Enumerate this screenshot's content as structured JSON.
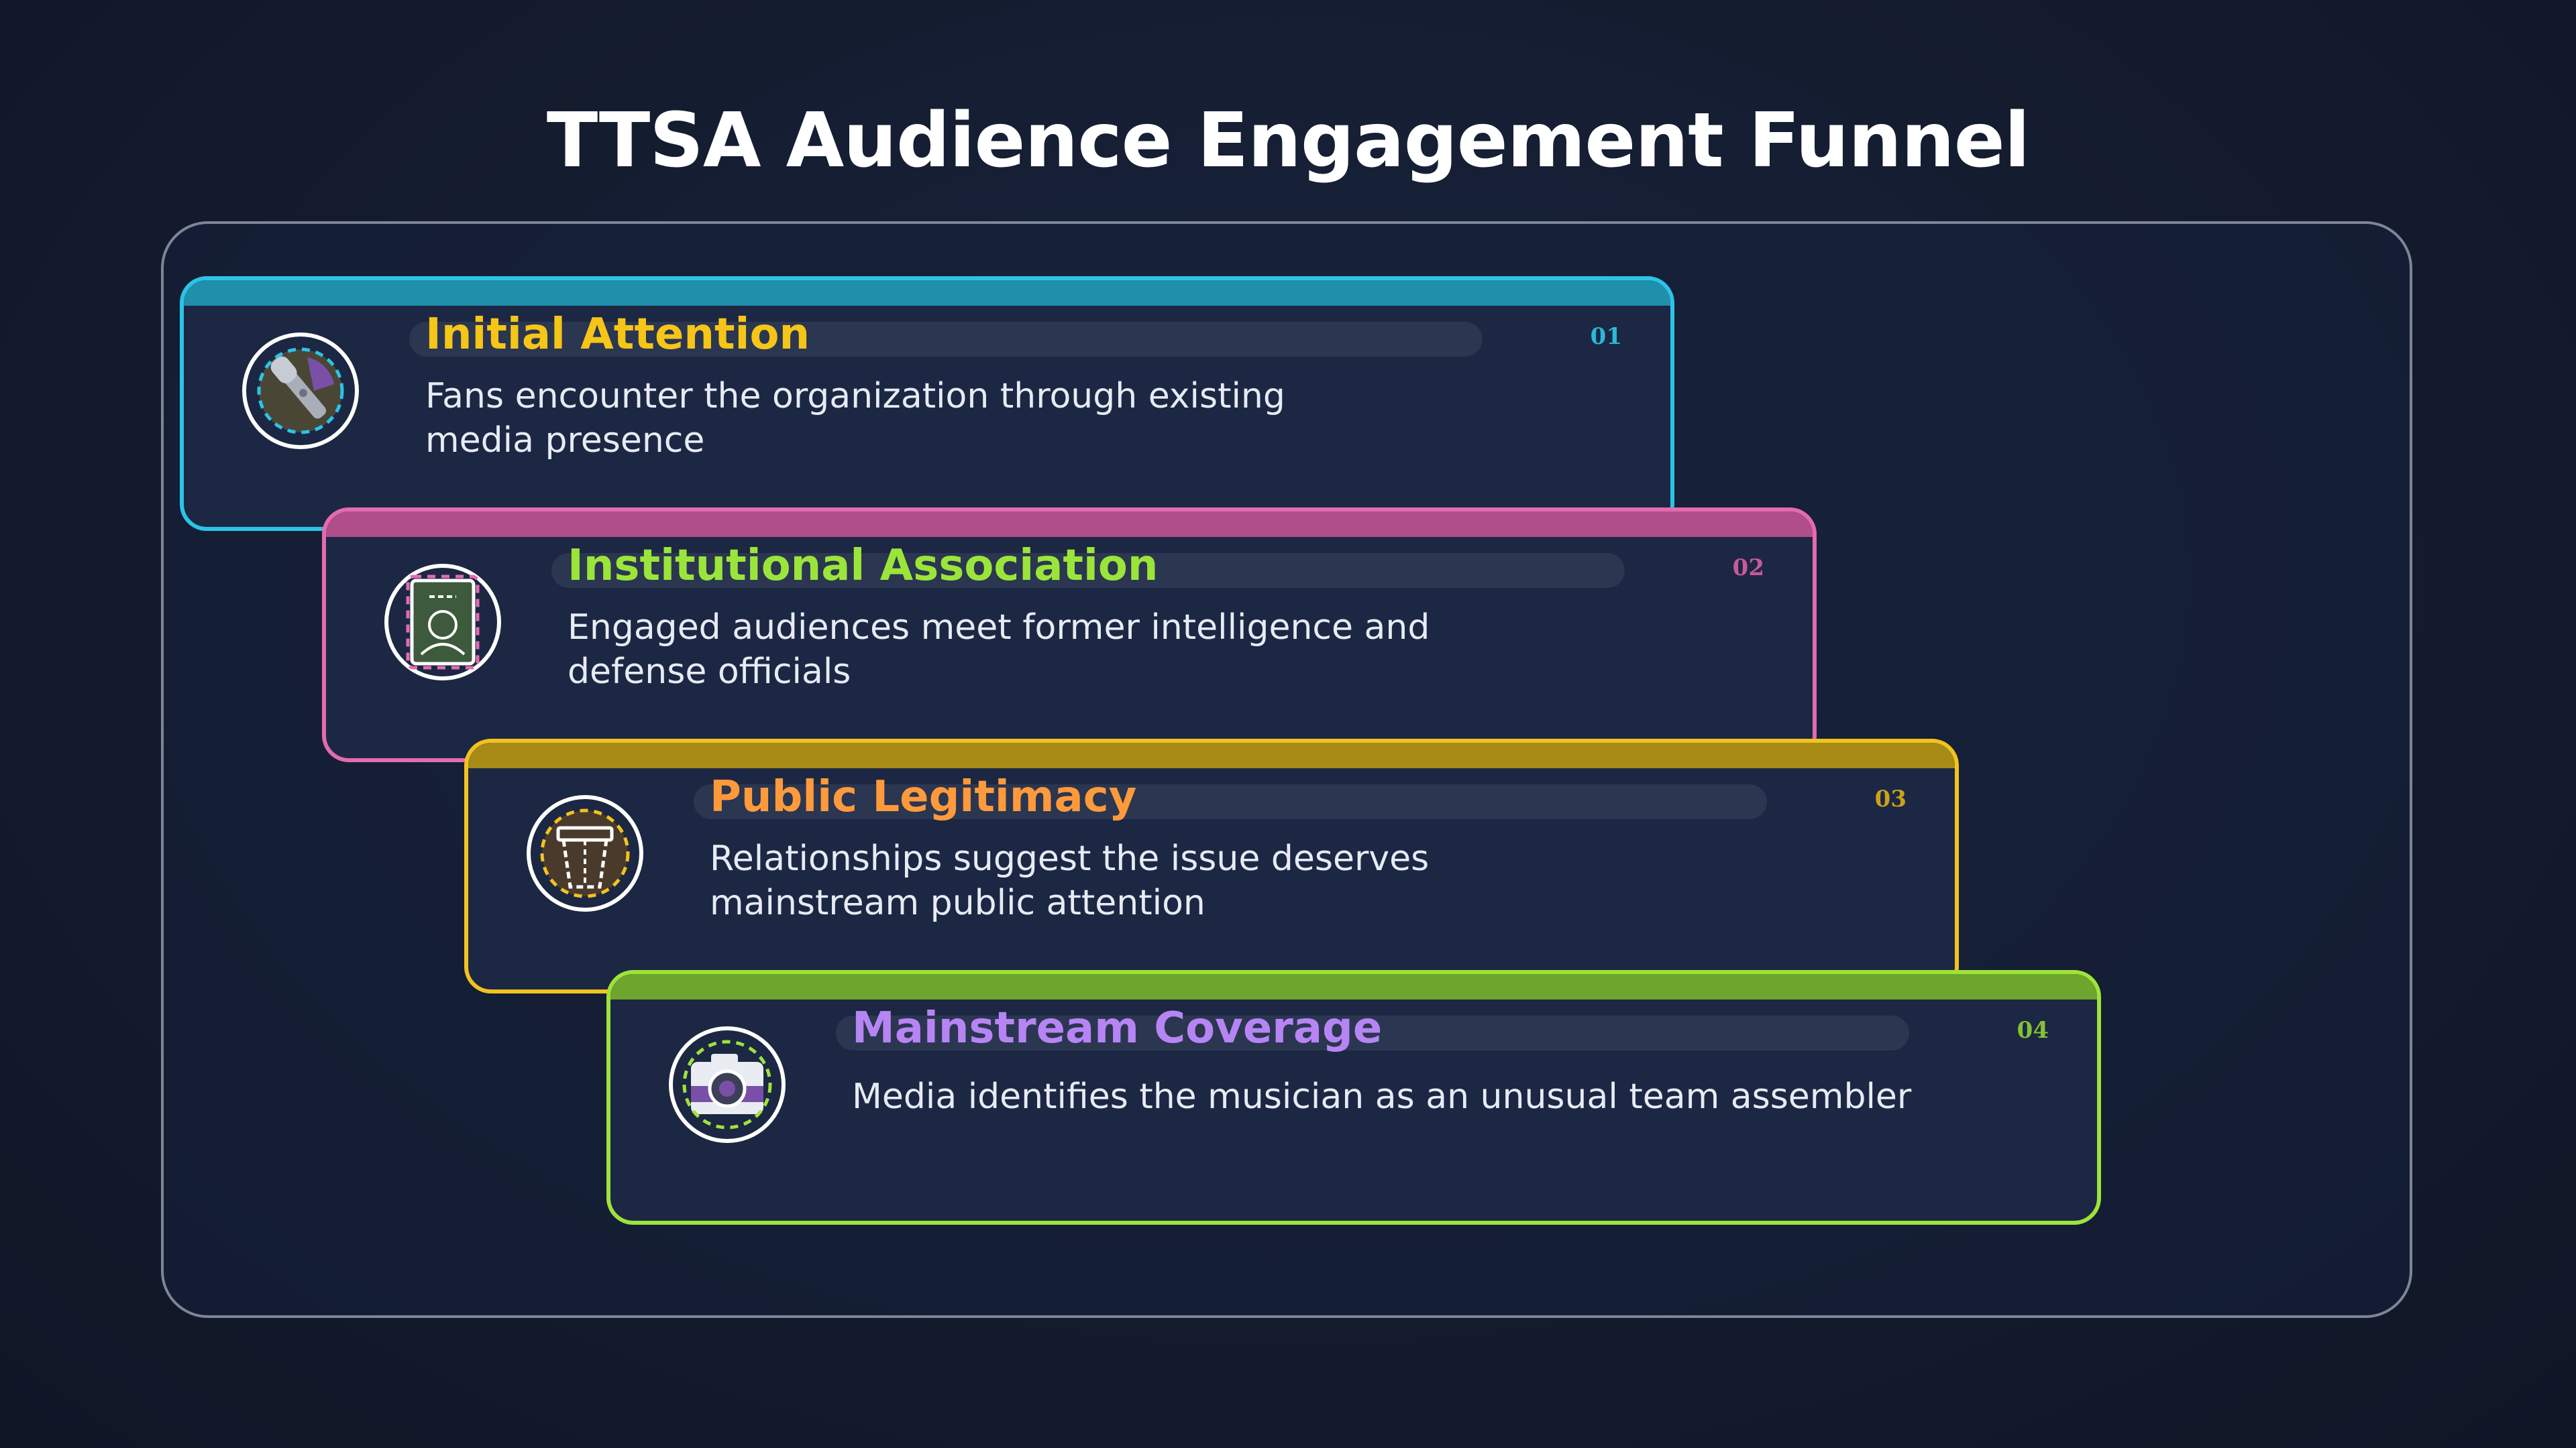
{
  "title": "TTSA Audience Engagement Funnel",
  "stages": [
    {
      "number": "01",
      "title": "Initial Attention",
      "description": "Fans encounter the organization through existing media presence",
      "icon": "microphone-icon",
      "accent": "#2bc4e6",
      "bar": "#1f8fac",
      "title_color": "#f5c518",
      "number_color": "#2bb8d8"
    },
    {
      "number": "02",
      "title": "Institutional Association",
      "description": "Engaged audiences meet former intelligence and defense officials",
      "icon": "id-badge-icon",
      "accent": "#e36bb0",
      "bar": "#b04e8c",
      "title_color": "#9be53b",
      "number_color": "#c65a9a"
    },
    {
      "number": "03",
      "title": "Public Legitimacy",
      "description": "Relationships suggest the issue deserves mainstream public attention",
      "icon": "podium-icon",
      "accent": "#f2c21f",
      "bar": "#a88a17",
      "title_color": "#ff9a3c",
      "number_color": "#c9a21c"
    },
    {
      "number": "04",
      "title": "Mainstream Coverage",
      "description": "Media identifies the musician as an unusual team assembler",
      "icon": "camera-icon",
      "accent": "#9ee33a",
      "bar": "#6ea52c",
      "title_color": "#b784f4",
      "number_color": "#84c236"
    }
  ]
}
